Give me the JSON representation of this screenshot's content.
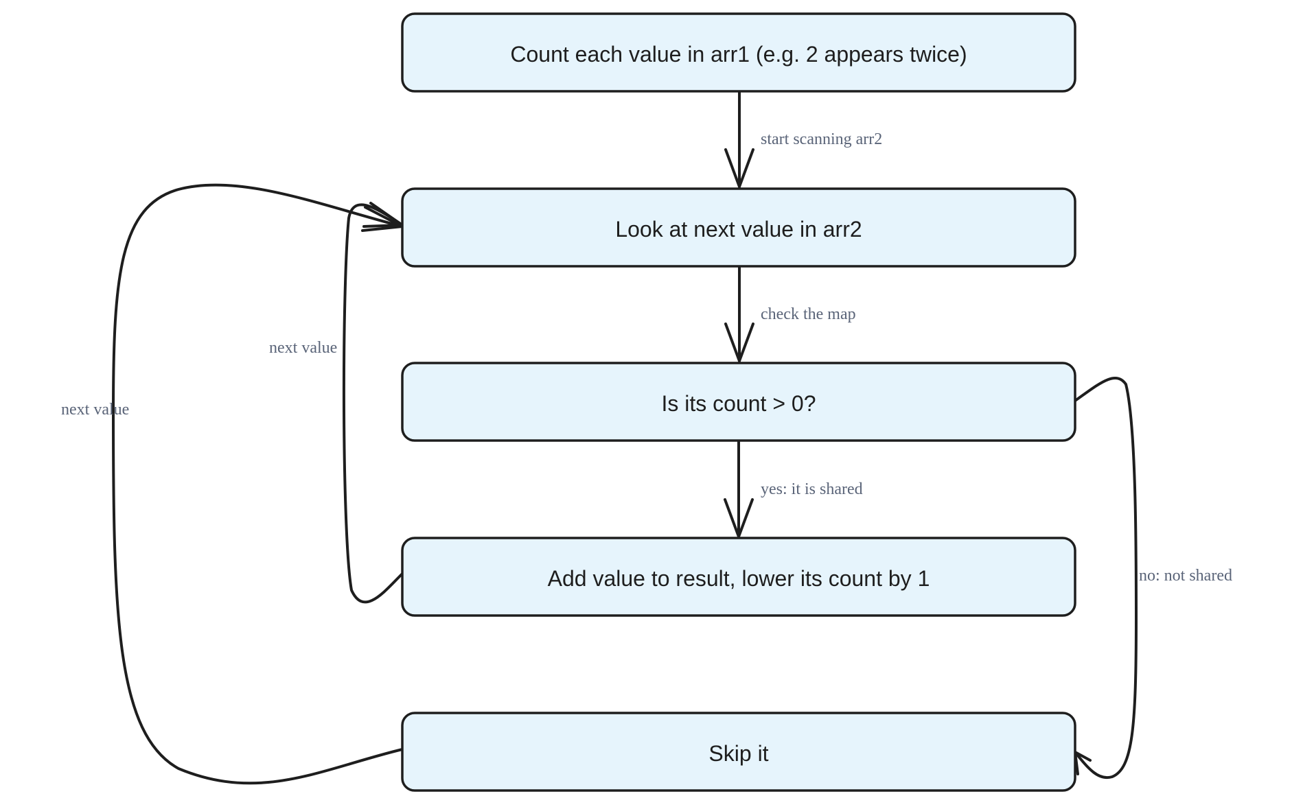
{
  "nodes": {
    "count": "Count each value in arr1 (e.g. 2 appears twice)",
    "look": "Look at next value in arr2",
    "check": "Is its count > 0?",
    "add": "Add value to result, lower its count by 1",
    "skip": "Skip it"
  },
  "edges": {
    "count_to_look": "start scanning arr2",
    "look_to_check": "check the map",
    "check_to_add": "yes: it is shared",
    "add_to_look": "next value",
    "skip_to_look": "next value",
    "check_to_skip": "no: not shared"
  },
  "colors": {
    "node_fill": "#e6f4fc",
    "stroke": "#1e1e1e",
    "edge_label": "#5a6478"
  }
}
